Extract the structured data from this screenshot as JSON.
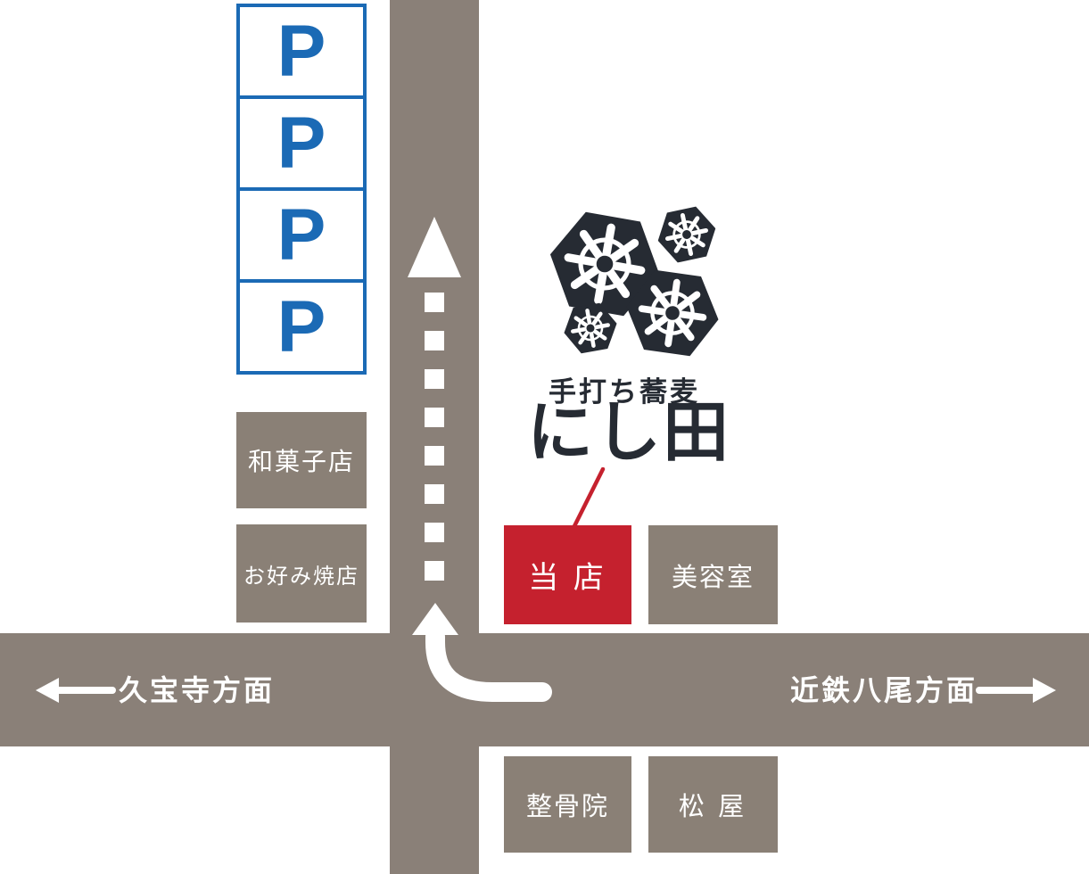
{
  "colors": {
    "road": "#8a8078",
    "shop_box": "#8a8076",
    "parking_blue": "#1b6ab5",
    "our_shop_red": "#c5212e",
    "logo_dark": "#262b33",
    "route_white": "#ffffff"
  },
  "parking": {
    "slots": [
      "P",
      "P",
      "P",
      "P"
    ]
  },
  "logo": {
    "subtitle": "手打ち蕎麦",
    "title": "にし田"
  },
  "shops": {
    "wagashi": "和菓子店",
    "okonomiyaki": "お好み焼店",
    "our_shop": "当 店",
    "beauty_salon": "美容室",
    "seikotsu": "整骨院",
    "matsuya": "松 屋"
  },
  "directions": {
    "left": "久宝寺方面",
    "right": "近鉄八尾方面"
  },
  "icons": {
    "crest": "kamon-hexagon-wheel-crest",
    "up_arrow": "white-triangle-up",
    "dashed_route": "white-dashed-line",
    "curved_arrow": "white-curve-turn-up-arrow",
    "left_arrow": "white-arrow-left",
    "right_arrow": "white-arrow-right",
    "pointer": "red-pointer-line"
  }
}
